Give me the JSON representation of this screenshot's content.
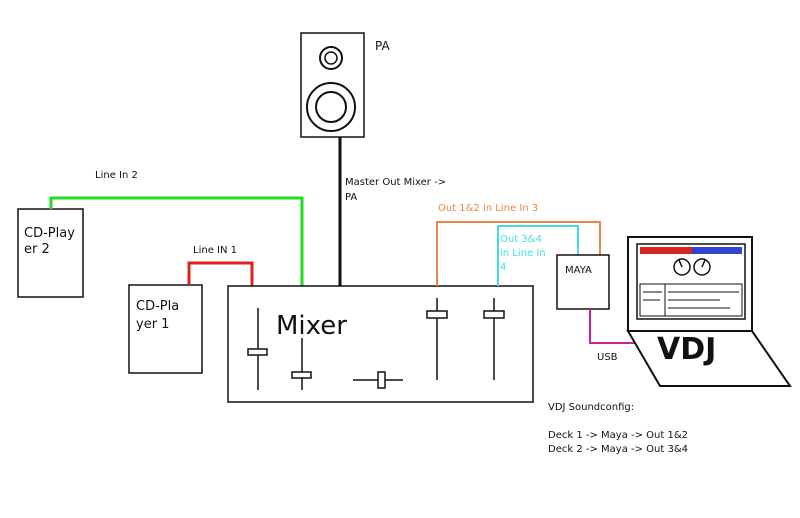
{
  "nodes": {
    "pa": {
      "label": "PA"
    },
    "cd2": {
      "line1": "CD-Play",
      "line2": "er  2"
    },
    "cd1": {
      "line1": "CD-Pla",
      "line2": "yer 1"
    },
    "mixer": {
      "label": "Mixer"
    },
    "maya": {
      "label": "MAYA"
    },
    "laptop": {
      "label": "VDJ"
    }
  },
  "connections": {
    "master_out": {
      "line1": "Master Out Mixer ->",
      "line2": "PA",
      "color": "#111111"
    },
    "line_in_2": {
      "label": "Line In 2",
      "color": "#22dd22"
    },
    "line_in_1": {
      "label": "Line IN 1",
      "color": "#dd2222"
    },
    "out12": {
      "label": "Out 1&2 in Line In 3",
      "color": "#e8864a"
    },
    "out34": {
      "line1": "Out 3&4",
      "line2": "in Line In",
      "line3": "4",
      "color": "#44dddd"
    },
    "usb": {
      "label": "USB",
      "color": "#cc2299"
    }
  },
  "config": {
    "title": "VDJ Soundconfig:",
    "lines": [
      "Deck 1 -> Maya -> Out 1&2",
      "Deck 2 -> Maya -> Out 3&4"
    ]
  }
}
